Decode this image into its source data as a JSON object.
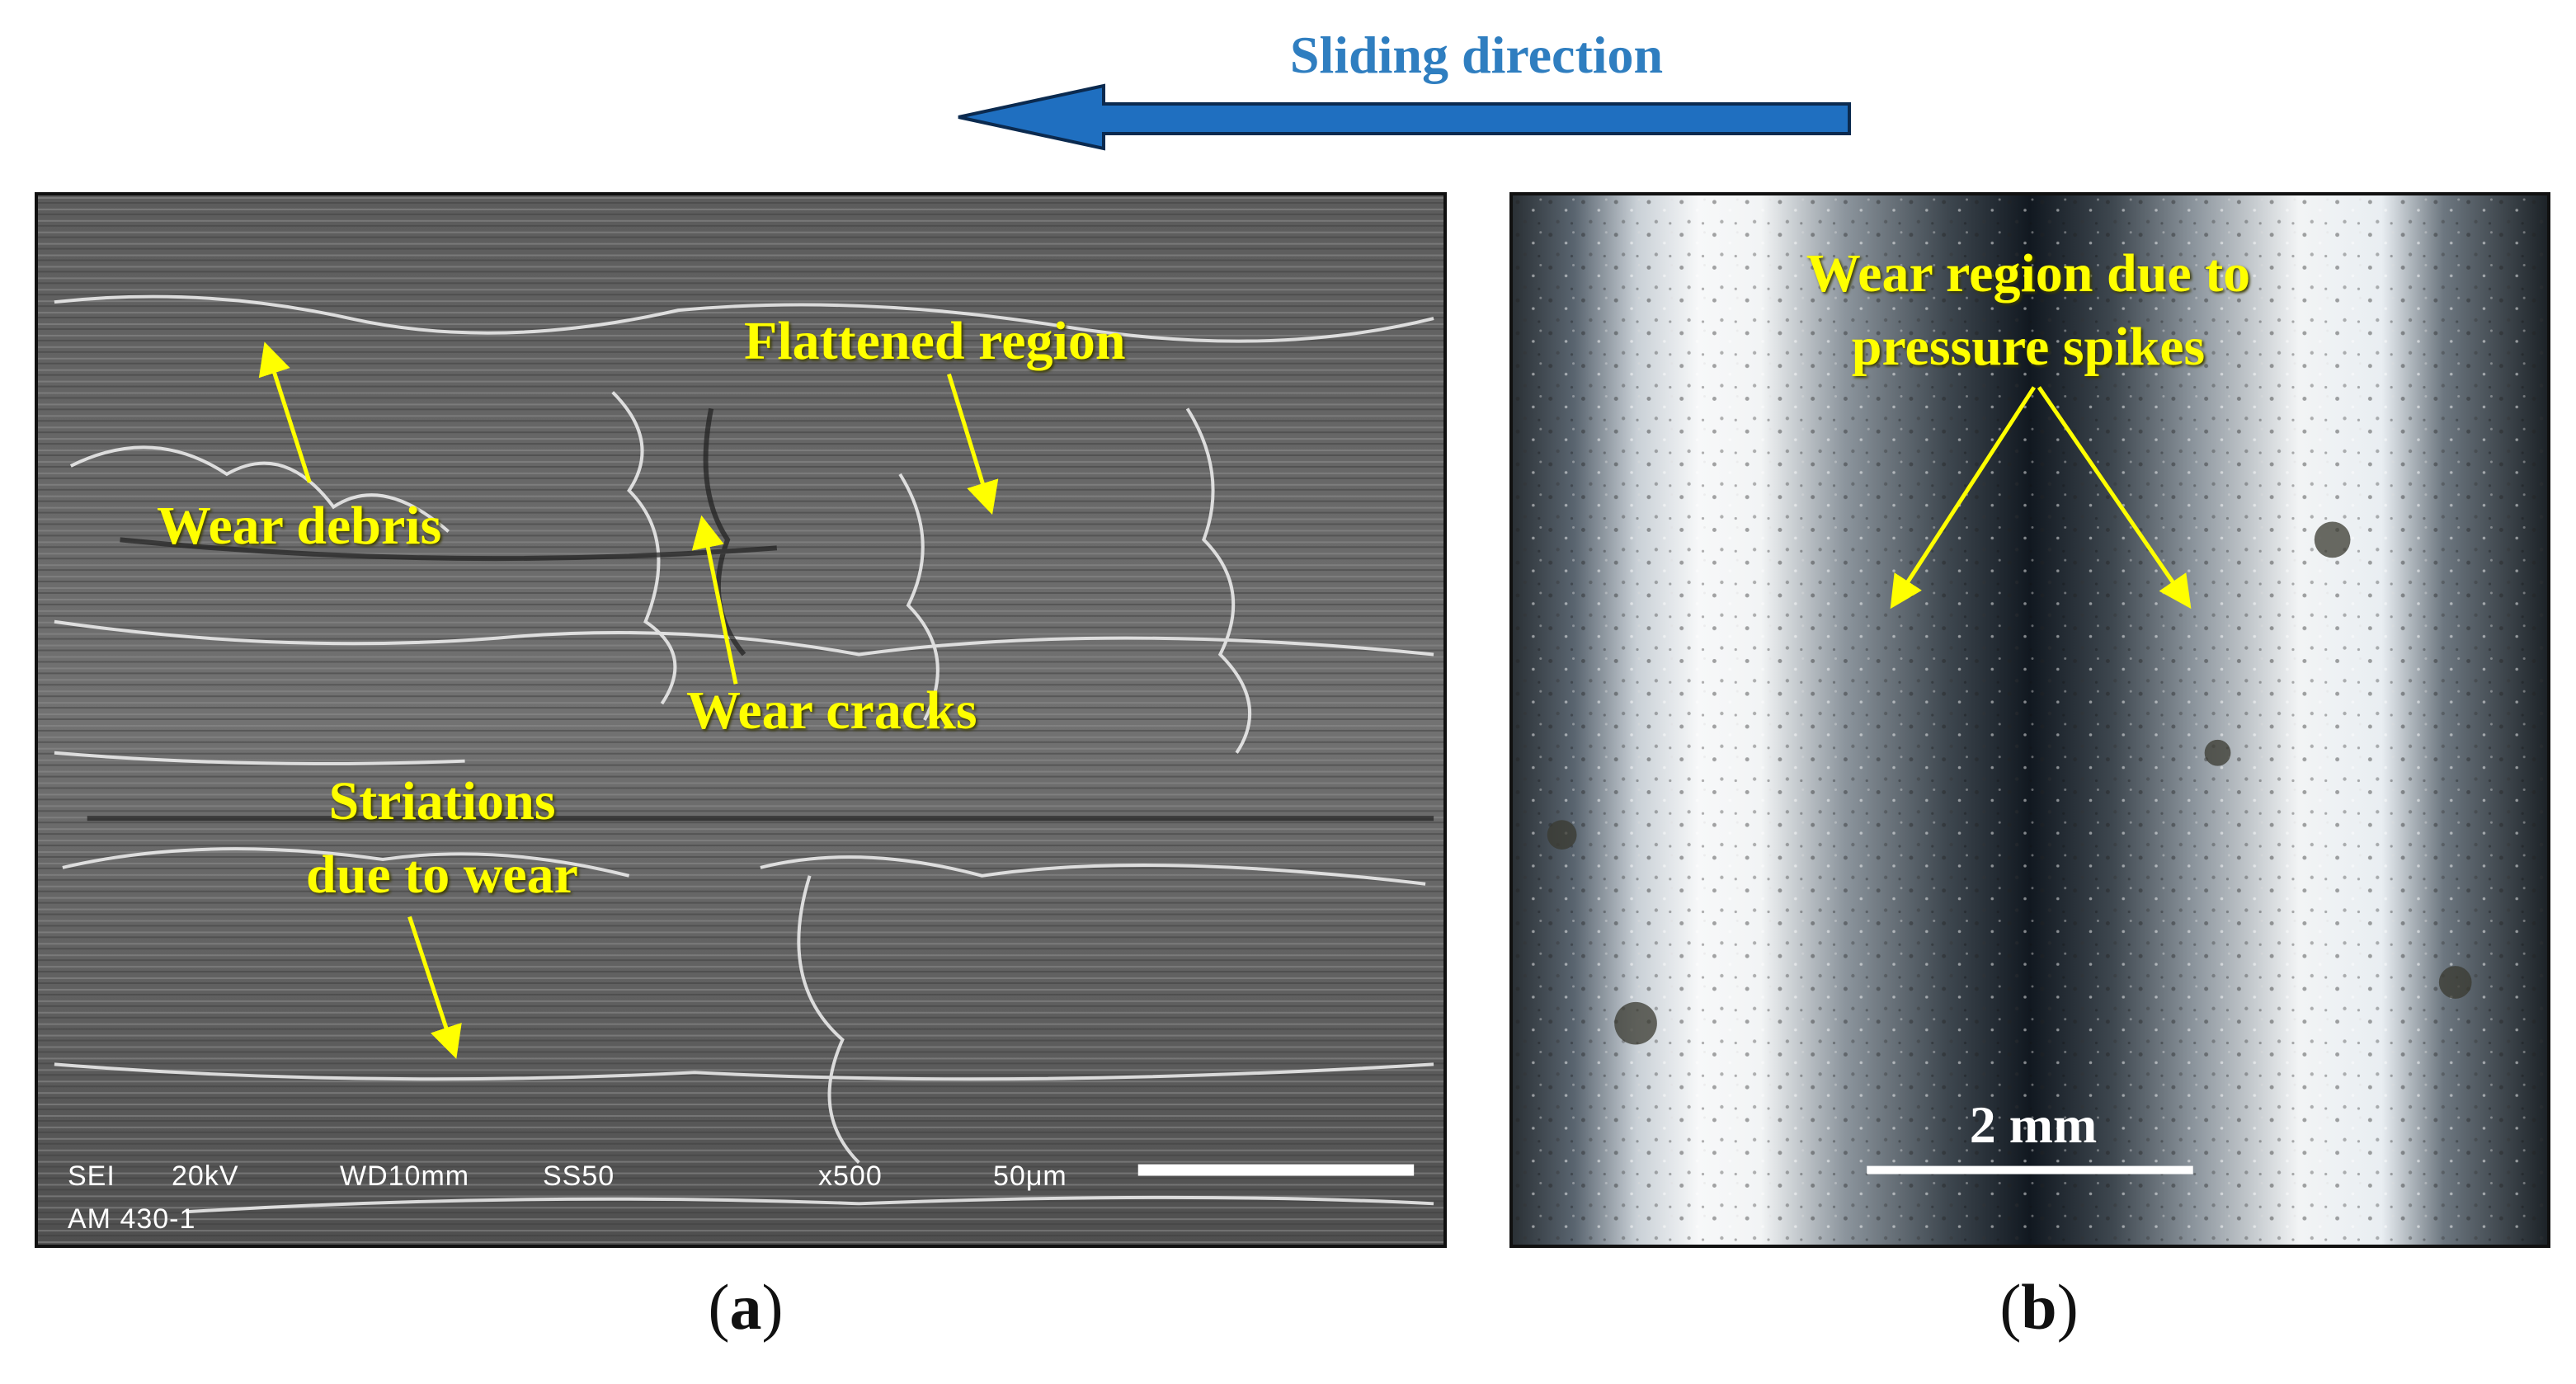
{
  "header": {
    "direction_label": "Sliding direction"
  },
  "panel_a": {
    "labels": {
      "wear_debris": "Wear debris",
      "flattened_region": "Flattened region",
      "wear_cracks": "Wear cracks",
      "striations_line1": "Striations",
      "striations_line2": "due to wear"
    },
    "sem_info": {
      "mode": "SEI",
      "voltage": "20kV",
      "working_distance": "WD10mm",
      "ss": "SS50",
      "magnification": "x500",
      "scale": "50μm",
      "sample": "AM 430-1"
    },
    "caption_letter": "a"
  },
  "panel_b": {
    "label_line1": "Wear region due to",
    "label_line2": "pressure spikes",
    "scale": "2 mm",
    "caption_letter": "b"
  },
  "colors": {
    "label_yellow": "#ffff00",
    "arrow_blue": "#1f6fc0",
    "title_blue": "#2f7ec0"
  }
}
